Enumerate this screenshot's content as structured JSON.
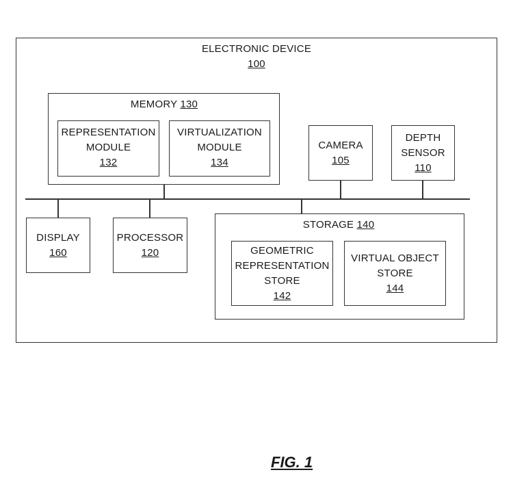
{
  "device": {
    "title": "ELECTRONIC DEVICE",
    "ref": "100"
  },
  "memory": {
    "title": "MEMORY",
    "ref": "130"
  },
  "representation_module": {
    "line1": "REPRESENTATION",
    "line2": "MODULE",
    "ref": "132"
  },
  "virtualization_module": {
    "line1": "VIRTUALIZATION",
    "line2": "MODULE",
    "ref": "134"
  },
  "camera": {
    "title": "CAMERA",
    "ref": "105"
  },
  "depth_sensor": {
    "line1": "DEPTH",
    "line2": "SENSOR",
    "ref": "110"
  },
  "display": {
    "title": "DISPLAY",
    "ref": "160"
  },
  "processor": {
    "title": "PROCESSOR",
    "ref": "120"
  },
  "storage": {
    "title": "STORAGE",
    "ref": "140"
  },
  "geometric_store": {
    "line1": "GEOMETRIC",
    "line2": "REPRESENTATION",
    "line3": "STORE",
    "ref": "142"
  },
  "virtual_object_store": {
    "line1": "VIRTUAL OBJECT",
    "line2": "STORE",
    "ref": "144"
  },
  "figure_label": "FIG. 1"
}
